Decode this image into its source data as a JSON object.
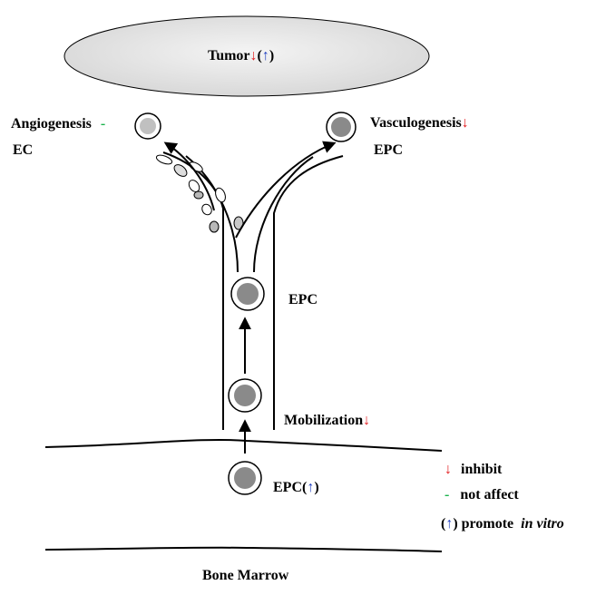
{
  "labels": {
    "tumor": "Tumor",
    "angiogenesis": "Angiogenesis",
    "ec": "EC",
    "vasculogenesis": "Vasculogenesis",
    "epc_top_right": "EPC",
    "epc_middle": "EPC",
    "mobilization": "Mobilization",
    "epc_marrow": "EPC",
    "bone_marrow": "Bone Marrow"
  },
  "symbols": {
    "down": "↓",
    "up": "↑",
    "dash": "-",
    "open_paren": "(",
    "close_paren": ")"
  },
  "legend": {
    "inhibit": "inhibit",
    "not_affect": "not affect",
    "promote": "promote",
    "in_vitro": "in vitro"
  },
  "colors": {
    "inhibit": "#e31a1c",
    "not_affect": "#19b24b",
    "promote": "#1f3fbf",
    "tumor_fill": "#e0e0e0",
    "cell_nucleus": "#8a8a8a",
    "ec_nucleus": "#c0c0c0"
  }
}
